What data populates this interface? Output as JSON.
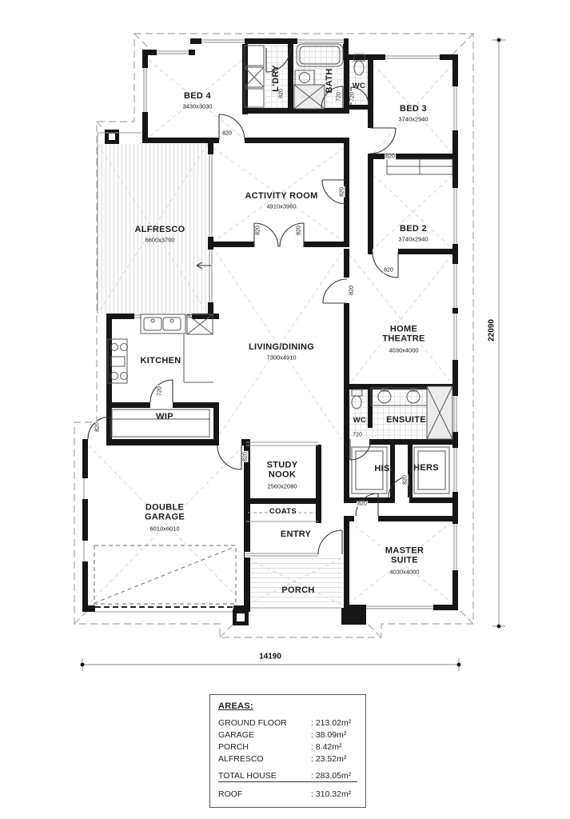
{
  "plan": {
    "rooms": [
      {
        "name": "BED 4",
        "dims": "3430x3030"
      },
      {
        "name": "L'DRY",
        "dims": ""
      },
      {
        "name": "BATH",
        "dims": ""
      },
      {
        "name": "WC",
        "dims": ""
      },
      {
        "name": "BED 3",
        "dims": "3740x2940"
      },
      {
        "name": "ACTIVITY ROOM",
        "dims": "4910x3960"
      },
      {
        "name": "ALFRESCO",
        "dims": "6600x3700"
      },
      {
        "name": "BED 2",
        "dims": "3740x2940"
      },
      {
        "name": "KITCHEN",
        "dims": ""
      },
      {
        "name": "LIVING/DINING",
        "dims": "7300x4910"
      },
      {
        "name": "HOME THEATRE",
        "dims": "4030x4000"
      },
      {
        "name": "WIP",
        "dims": ""
      },
      {
        "name": "WC",
        "dims": ""
      },
      {
        "name": "ENSUITE",
        "dims": ""
      },
      {
        "name": "HIS",
        "dims": ""
      },
      {
        "name": "HERS",
        "dims": ""
      },
      {
        "name": "STUDY NOOK",
        "dims": "2560x2080"
      },
      {
        "name": "DOUBLE GARAGE",
        "dims": "6010x6010"
      },
      {
        "name": "COATS",
        "dims": ""
      },
      {
        "name": "ENTRY",
        "dims": ""
      },
      {
        "name": "MASTER SUITE",
        "dims": "4030x4000"
      },
      {
        "name": "PORCH",
        "dims": ""
      }
    ],
    "door_labels": {
      "d820": "820",
      "d720": "720"
    },
    "dimensions": {
      "width_mm": "14190",
      "height_mm": "22090"
    }
  },
  "areas": {
    "title": "AREAS:",
    "rows": [
      {
        "label": "GROUND FLOOR",
        "value": ": 213.02m²"
      },
      {
        "label": "GARAGE",
        "value": ": 38.09m²"
      },
      {
        "label": "PORCH",
        "value": ": 8.42m²"
      },
      {
        "label": "ALFRESCO",
        "value": ": 23.52m²"
      }
    ],
    "total": {
      "label": "TOTAL HOUSE",
      "value": ": 283.05m²"
    },
    "roof": {
      "label": "ROOF",
      "value": ": 310.32m²"
    }
  }
}
